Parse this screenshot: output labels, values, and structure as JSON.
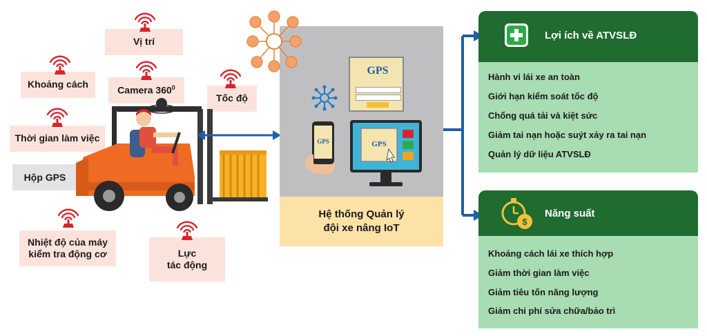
{
  "sensors": {
    "vi_tri": "Vị trí",
    "khoang_cach": "Khoảng cách",
    "camera_base": "Camera 360",
    "camera_sup": "0",
    "toc_do": "Tốc độ",
    "thoi_gian": "Thời gian làm việc",
    "nhiet_do_1": "Nhiệt độ của máy",
    "nhiet_do_2": "kiểm tra động cơ",
    "luc_1": "Lực",
    "luc_2": "tác động"
  },
  "hop_gps": "Hộp GPS",
  "system": {
    "title_line1": "Hệ thống Quản lý",
    "title_line2": "đội xe nâng IoT",
    "logo_text": "GPS"
  },
  "benefits": {
    "safety": {
      "title": "Lợi ích về ATVSLĐ",
      "items": [
        "Hành vi lái xe an toàn",
        "Giới hạn kiểm soát tốc độ",
        "Chống quá tải và kiệt sức",
        "Giảm tai nạn hoặc suýt xảy ra tai nạn",
        "Quản lý dữ liệu ATVSLĐ"
      ]
    },
    "productivity": {
      "title": "Năng suất",
      "items": [
        "Khoảng cách lái xe thích hợp",
        "Giảm thời gian làm việc",
        "Giảm tiêu tốn năng lượng",
        "Giảm chi phí sửa chữa/bảo trì"
      ]
    }
  },
  "colors": {
    "sensor_bg": "#fbe3dc",
    "wifi_red": "#d6252b",
    "panel_gray": "#bfbfc1",
    "title_yellow": "#fde2a7",
    "benefit_dark": "#1f6b30",
    "benefit_light": "#a8dcb3",
    "arrow_blue": "#1f5fa6",
    "forklift_orange": "#ef6a22"
  },
  "icons": {
    "sensor": "wifi-signal-icon",
    "safety": "green-cross-icon",
    "productivity": "stopwatch-coin-icon",
    "network": "network-icon",
    "iot": "iot-hub-icon"
  }
}
